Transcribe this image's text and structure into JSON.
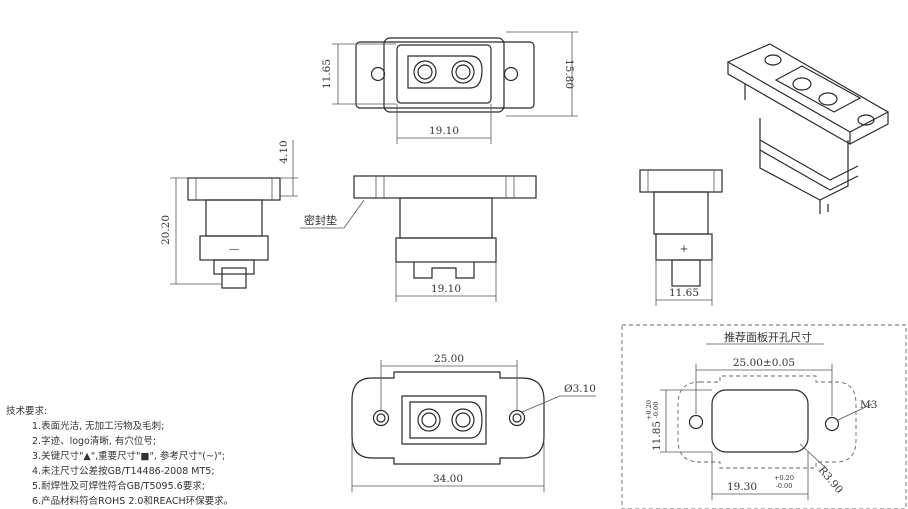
{
  "top_view": {
    "dim_height_inner": "11.65",
    "dim_height_outer": "15.80",
    "dim_width": "19.10"
  },
  "side_view_left": {
    "dim_flange": "4.10",
    "dim_height": "20.20"
  },
  "front_view": {
    "gasket_label": "密封垫",
    "dim_width": "19.10"
  },
  "side_view_right": {
    "dim_width": "11.65"
  },
  "bottom_view": {
    "dim_width_holes": "25.00",
    "dim_hole": "Ø3.10",
    "dim_width_total": "34.00"
  },
  "panel_cutout": {
    "title": "推荐面板开孔尺寸",
    "dim_hole_pitch": "25.00±0.05",
    "dim_height": "11.85",
    "dim_height_tol_plus": "+0.20",
    "dim_height_tol_minus": "-0.00",
    "dim_width": "19.30",
    "dim_width_tol_plus": "+0.20",
    "dim_width_tol_minus": "-0.00",
    "dim_thread": "M3",
    "dim_radius": "R3.90"
  },
  "notes": {
    "title": "技术要求:",
    "items": [
      "1.表面光洁, 无加工污物及毛刺;",
      "2.字迹、logo清晰, 有穴位号;",
      "3.关键尺寸\"▲\",重要尺寸\"■\", 参考尺寸\"(~)\";",
      "4.未注尺寸公差按GB/T14486-2008 MT5;",
      "5.耐焊性及可焊性符合GB/T5095.6要求;",
      "6.产品材料符合ROHS 2.0和REACH环保要求。"
    ]
  },
  "side_markings": {
    "minus_sign": "—",
    "plus_sign": "+"
  }
}
